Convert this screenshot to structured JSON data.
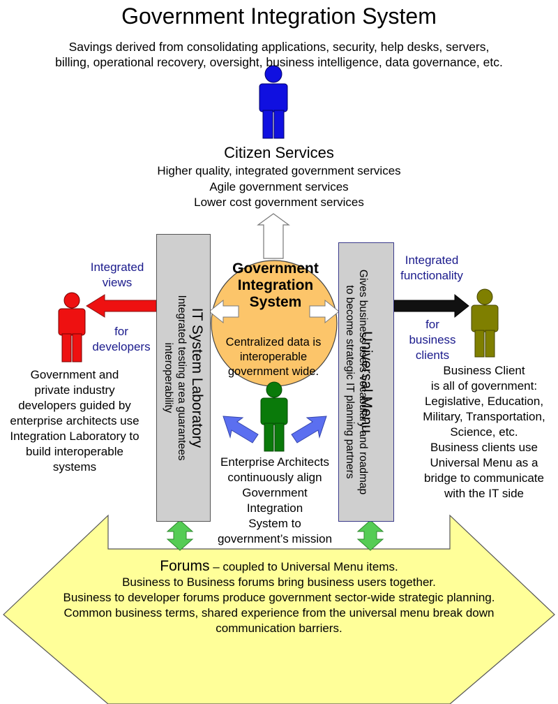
{
  "title": "Government Integration System",
  "subtitle": [
    "Savings derived from consolidating applications, security, help desks, servers,",
    "billing, operational recovery, oversight, business intelligence, data governance, etc."
  ],
  "citizen": {
    "heading": "Citizen Services",
    "lines": [
      "Higher quality, integrated government services",
      "Agile government services",
      "Lower cost government services"
    ]
  },
  "center_circle": {
    "title": [
      "Government",
      "Integration",
      "System"
    ],
    "desc": [
      "Centralized data is",
      "interoperable",
      "government wide."
    ]
  },
  "lab": {
    "title": "IT System Laboratory",
    "sub": [
      "Integrated testing area guarantees",
      "interoperability"
    ]
  },
  "menu": {
    "title": "Universal Menu",
    "sub": [
      "Gives business users vocabulary and roadmap",
      "to become strategic IT planning partners"
    ]
  },
  "left_labels": {
    "views": [
      "Integrated",
      "views"
    ],
    "for": [
      "for",
      "developers"
    ]
  },
  "right_labels": {
    "functionality": [
      "Integrated",
      "functionality"
    ],
    "for": [
      "for",
      "business",
      "clients"
    ]
  },
  "developers_text": [
    "Government and",
    "private industry",
    "developers guided by",
    "enterprise architects use",
    "Integration Laboratory to",
    "build interoperable",
    "systems"
  ],
  "client_text": [
    "Business Client",
    "is all of government:",
    "Legislative, Education,",
    "Military, Transportation,",
    "Science, etc.",
    "Business clients use",
    "Universal Menu as a",
    "bridge to communicate",
    "with the IT side"
  ],
  "architects_text": [
    "Enterprise Architects",
    "continuously align",
    "Government",
    "Integration",
    "System to",
    "government’s mission"
  ],
  "forums": {
    "heading": "Forums",
    "heading_rest": " – coupled to Universal Menu items.",
    "lines": [
      "Business to Business forums bring business users together.",
      "Business to developer forums produce government sector-wide strategic planning.",
      "Common business terms, shared experience from the universal menu break down",
      "communication barriers."
    ]
  },
  "colors": {
    "citizen": "#1010e0",
    "developer": "#ee1111",
    "architect": "#0a7a0a",
    "client": "#7f7f00",
    "circle": "#fcc56a",
    "forum_arrow": "#ffff99",
    "label_blue": "#1a1a8c"
  }
}
